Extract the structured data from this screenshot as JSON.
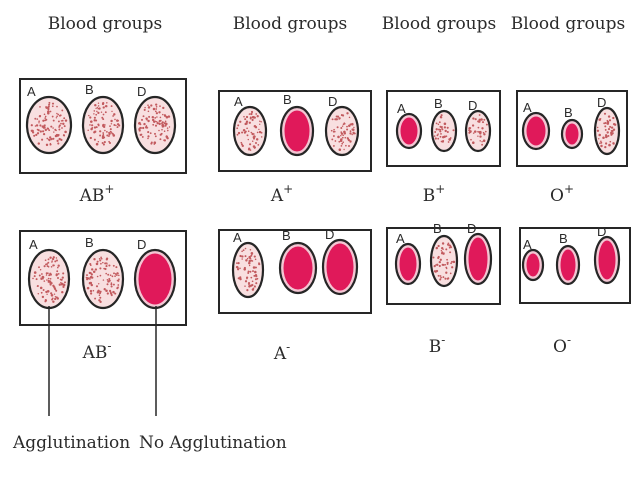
{
  "headers": [
    "Blood groups",
    "Blood groups",
    "Blood groups",
    "Blood groups"
  ],
  "colors": {
    "agglutination_fill": "#f8dfe0",
    "agglutination_dots": "#c25a5e",
    "no_agglutination_fill": "#e0195a",
    "no_agglutination_ring": "#f3c6d3",
    "outline": "#262626"
  },
  "panels": [
    {
      "group": "AB",
      "sign": "+",
      "letters": [
        "A",
        "B",
        "D"
      ],
      "agglutination": [
        true,
        true,
        true
      ]
    },
    {
      "group": "A",
      "sign": "+",
      "letters": [
        "A",
        "B",
        "D"
      ],
      "agglutination": [
        true,
        false,
        true
      ]
    },
    {
      "group": "B",
      "sign": "+",
      "letters": [
        "A",
        "B",
        "D"
      ],
      "agglutination": [
        false,
        true,
        true
      ]
    },
    {
      "group": "O",
      "sign": "+",
      "letters": [
        "A",
        "B",
        "D"
      ],
      "agglutination": [
        false,
        false,
        true
      ]
    },
    {
      "group": "AB",
      "sign": "-",
      "letters": [
        "A",
        "B",
        "D"
      ],
      "agglutination": [
        true,
        true,
        false
      ]
    },
    {
      "group": "A",
      "sign": "-",
      "letters": [
        "A",
        "B",
        "D"
      ],
      "agglutination": [
        true,
        false,
        false
      ]
    },
    {
      "group": "B",
      "sign": "-",
      "letters": [
        "A",
        "B",
        "D"
      ],
      "agglutination": [
        false,
        true,
        false
      ]
    },
    {
      "group": "O",
      "sign": "-",
      "letters": [
        "A",
        "B",
        "D"
      ],
      "agglutination": [
        false,
        false,
        false
      ]
    }
  ],
  "legend": {
    "agglutination": "Agglutination",
    "no_agglutination": "No Agglutination"
  }
}
